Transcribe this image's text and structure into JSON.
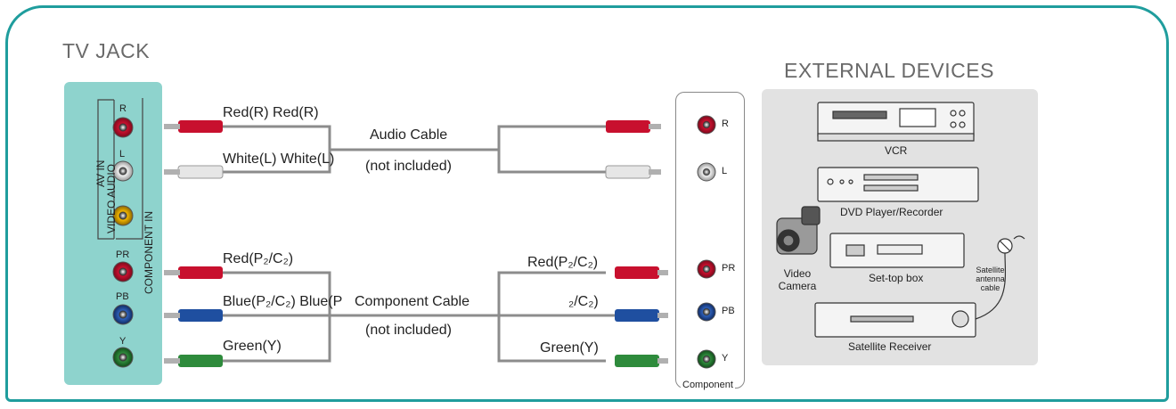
{
  "tv_jack": {
    "title": "TV JACK",
    "group_labels": {
      "av_in": "AV IN",
      "video_audio": "VIDEO AUDIO",
      "component_in": "COMPONENT IN"
    },
    "jacks": [
      {
        "label": "R",
        "color": "#c8102e"
      },
      {
        "label": "L",
        "color": "#e8e8e8"
      },
      {
        "label": "",
        "color": "#f2b400"
      },
      {
        "label": "PR",
        "color": "#c8102e"
      },
      {
        "label": "PB",
        "color": "#1f4fa0"
      },
      {
        "label": "Y",
        "color": "#2e8b3c"
      }
    ]
  },
  "cables": {
    "audio": {
      "name": "Audio Cable",
      "note": "(not included)",
      "left_labels": [
        "Red(R) Red(R)",
        "White(L) White(L)"
      ]
    },
    "component": {
      "name": "Component Cable",
      "note": "(not included)",
      "left_labels": [
        "Red(P₂/C₂)",
        "Blue(P₂/C₂) Blue(P",
        "Green(Y)"
      ],
      "right_labels": [
        "Red(P₂/C₂)",
        "₂/C₂)",
        "Green(Y)"
      ]
    }
  },
  "component_panel": {
    "label": "Component",
    "jacks": [
      {
        "label": "R",
        "color": "#c8102e"
      },
      {
        "label": "L",
        "color": "#e8e8e8"
      },
      {
        "label": "PR",
        "color": "#c8102e"
      },
      {
        "label": "PB",
        "color": "#1f4fa0"
      },
      {
        "label": "Y",
        "color": "#2e8b3c"
      }
    ]
  },
  "external_devices": {
    "title": "EXTERNAL DEVICES",
    "devices": [
      "VCR",
      "DVD Player/Recorder",
      "Video Camera",
      "Set-top box",
      "Satellite antenna cable",
      "Satellite Receiver"
    ]
  },
  "colors": {
    "frame": "#1f9d9d",
    "tv_panel": "#8ed3cd",
    "ext_panel": "#e2e2e2"
  }
}
